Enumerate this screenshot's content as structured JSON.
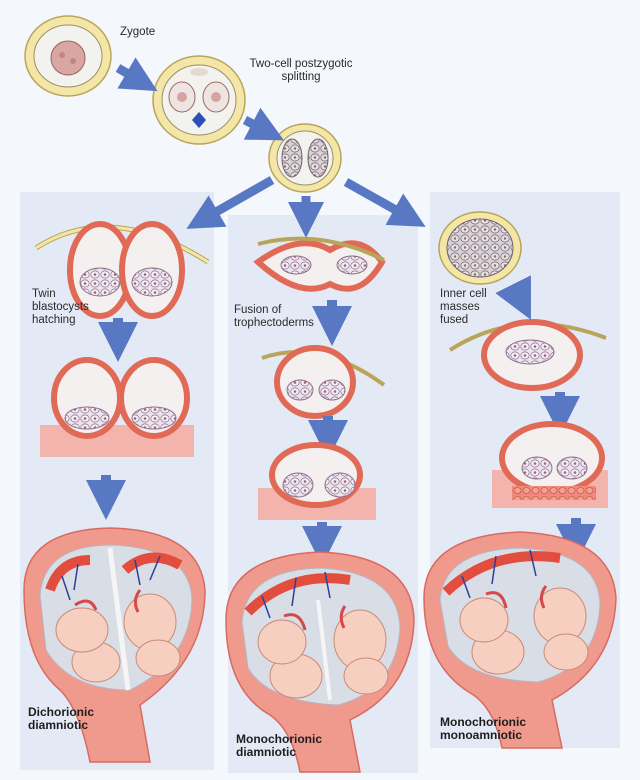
{
  "labels": {
    "zygote": "Zygote",
    "two_cell": "Two-cell postzygotic\nsplitting",
    "twin_blastocysts": "Twin\nblastocysts\nhatching",
    "fusion": "Fusion of\ntrophectoderms",
    "inner_cell": "Inner cell\nmasses\nfused",
    "dichorionic": "Dichorionic\ndiamniotic",
    "mono_di": "Monochorionic\ndiamniotic",
    "mono_mono": "Monochorionic\nmonoamniotic"
  },
  "colors": {
    "background": "#f4f7fc",
    "panel": "#e3eaf6",
    "arrow": "#5878c4",
    "zona": "#f3e6a6",
    "zona_stroke": "#b9a55a",
    "cell_wall": "#e06a55",
    "cell_fill": "#f7f2f2",
    "uterus": "#f09a8e",
    "uterus_dark": "#d76b61",
    "fetus": "#f6cfc0",
    "fetus_stroke": "#c98a78",
    "placenta": "#e24d3e",
    "vessel": "#2d3f9a"
  }
}
